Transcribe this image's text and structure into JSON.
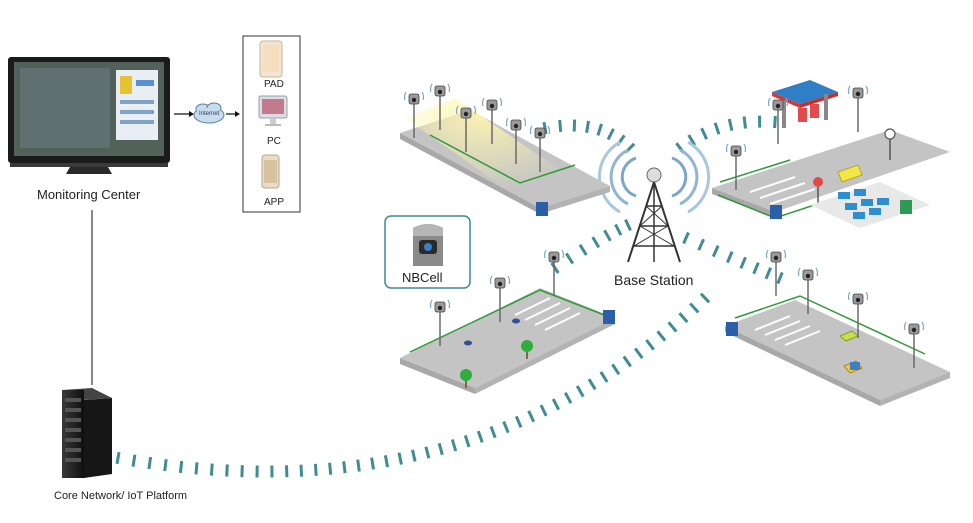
{
  "labels": {
    "monitoring_center": "Monitoring Center",
    "core_network": "Core Network/ IoT Platform",
    "base_station": "Base Station",
    "nbcell": "NBCell",
    "internet": "Internet",
    "devices": [
      "PAD",
      "PC",
      "APP"
    ]
  },
  "colors": {
    "signal": "#3f8c93",
    "road": "#bcbcbc",
    "road_edge": "#a8a8a8",
    "fence": "#2f9a3a",
    "tower": "#333333",
    "wave": "#7aa7c9",
    "server": "#1c1c1c",
    "nbcell_border": "#3a8a93"
  },
  "icons": [
    "monitor-icon",
    "cloud-icon",
    "tablet-icon",
    "desktop-pc-icon",
    "smartphone-icon",
    "server-rack-icon",
    "radio-tower-icon",
    "camera-icon",
    "gas-station-icon",
    "bus-icon",
    "parking-sign-icon",
    "tree-icon",
    "car-icon"
  ]
}
